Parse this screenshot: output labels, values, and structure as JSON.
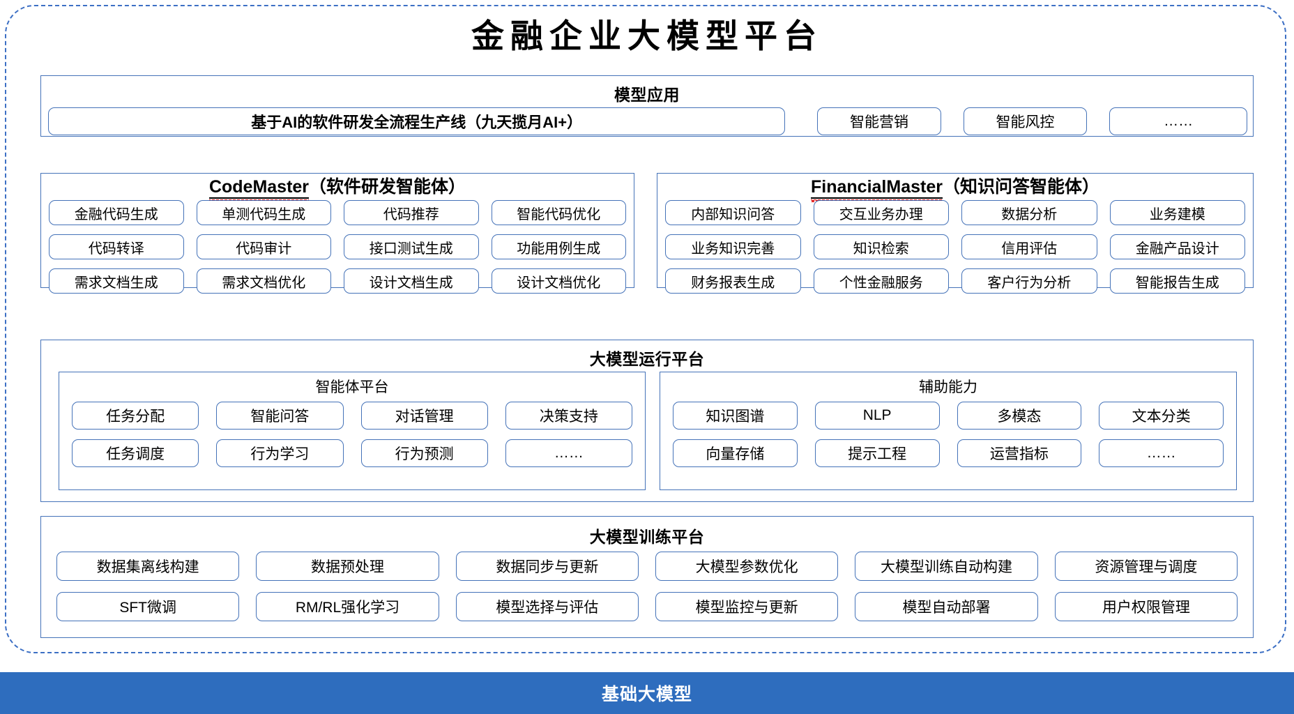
{
  "title": "金融企业大模型平台",
  "colors": {
    "accent_blue": "#2E6DBE",
    "border_blue": "#4472B8",
    "dashed_frame": "#3C6FC4",
    "spellcheck_red": "#E02020"
  },
  "sections": {
    "model_applications": {
      "title": "模型应用",
      "banner": "基于AI的软件研发全流程生产线（九天揽月AI+）",
      "chips": [
        "智能营销",
        "智能风控",
        "……"
      ]
    },
    "code_master": {
      "name": "CodeMaster",
      "suffix": "（软件研发智能体）",
      "chips": [
        "金融代码生成",
        "单测代码生成",
        "代码推荐",
        "智能代码优化",
        "代码转译",
        "代码审计",
        "接口测试生成",
        "功能用例生成",
        "需求文档生成",
        "需求文档优化",
        "设计文档生成",
        "设计文档优化"
      ]
    },
    "financial_master": {
      "name": "FinancialMaster",
      "suffix": "（知识问答智能体）",
      "chips": [
        "内部知识问答",
        "交互业务办理",
        "数据分析",
        "业务建模",
        "业务知识完善",
        "知识检索",
        "信用评估",
        "金融产品设计",
        "财务报表生成",
        "个性金融服务",
        "客户行为分析",
        "智能报告生成"
      ]
    },
    "runtime_platform": {
      "title": "大模型运行平台",
      "agent_platform": {
        "title": "智能体平台",
        "chips": [
          "任务分配",
          "智能问答",
          "对话管理",
          "决策支持",
          "任务调度",
          "行为学习",
          "行为预测",
          "……"
        ]
      },
      "auxiliary_ability": {
        "title": "辅助能力",
        "chips": [
          "知识图谱",
          "NLP",
          "多模态",
          "文本分类",
          "向量存储",
          "提示工程",
          "运营指标",
          "……"
        ]
      }
    },
    "training_platform": {
      "title": "大模型训练平台",
      "chips": [
        "数据集离线构建",
        "数据预处理",
        "数据同步与更新",
        "大模型参数优化",
        "大模型训练自动构建",
        "资源管理与调度",
        "SFT微调",
        "RM/RL强化学习",
        "模型选择与评估",
        "模型监控与更新",
        "模型自动部署",
        "用户权限管理"
      ]
    },
    "base_model": {
      "label": "基础大模型"
    }
  }
}
